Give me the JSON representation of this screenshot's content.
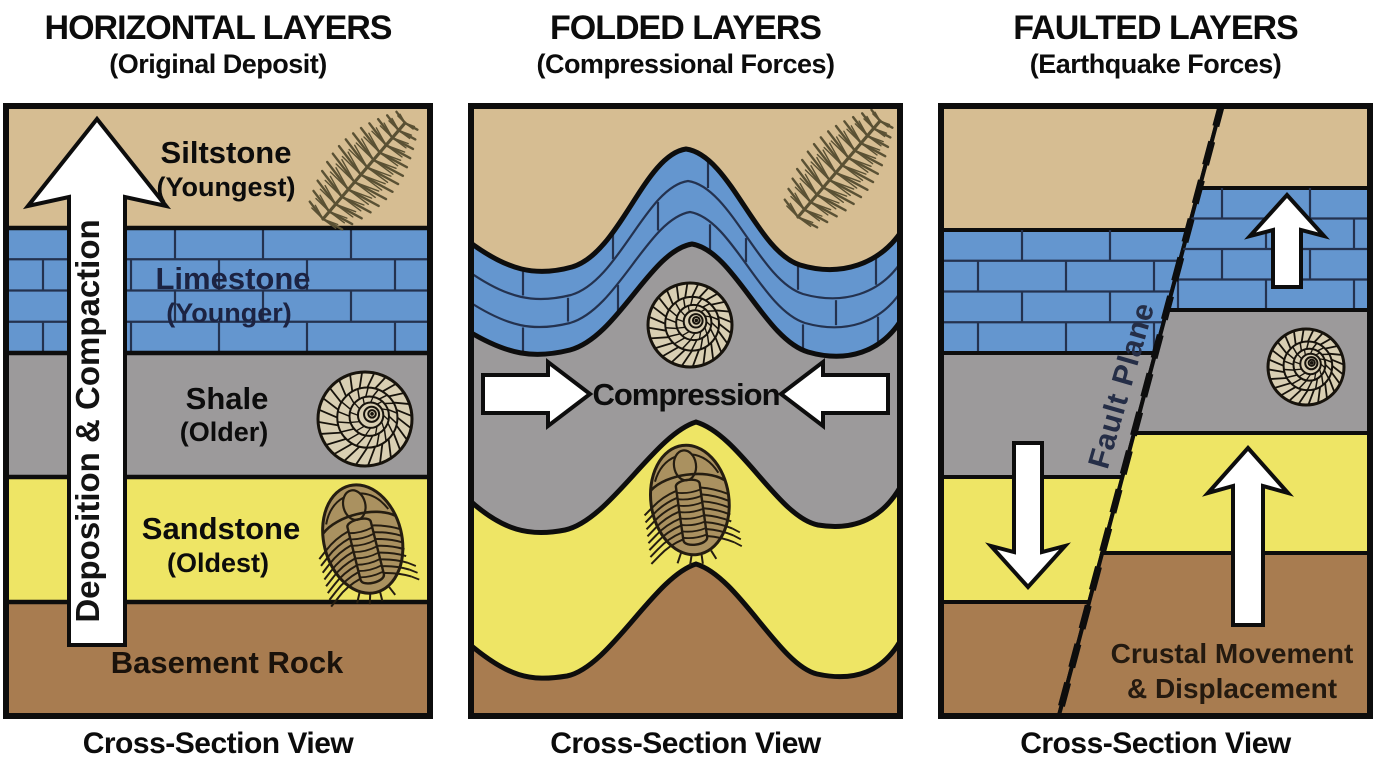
{
  "panel1": {
    "title": "HORIZONTAL LAYERS",
    "subtitle": "(Original Deposit)",
    "caption": "Cross-Section View",
    "arrow_label": "Deposition & Compaction",
    "layers": [
      {
        "name": "Siltstone",
        "age": "(Youngest)"
      },
      {
        "name": "Limestone",
        "age": "(Younger)"
      },
      {
        "name": "Shale",
        "age": "(Older)"
      },
      {
        "name": "Sandstone",
        "age": "(Oldest)"
      },
      {
        "name": "Basement Rock",
        "age": ""
      }
    ]
  },
  "panel2": {
    "title": "FOLDED LAYERS",
    "subtitle": "(Compressional Forces)",
    "caption": "Cross-Section View",
    "center_label": "Compression"
  },
  "panel3": {
    "title": "FAULTED LAYERS",
    "subtitle": "(Earthquake Forces)",
    "caption": "Cross-Section View",
    "fault_label": "Fault Plane",
    "movement_line1": "Crustal Movement",
    "movement_line2": "& Displacement"
  },
  "fossil_icons": [
    "fern-fossil",
    "ammonite-fossil",
    "trilobite-fossil"
  ],
  "colors": {
    "siltstone_tan": "#d6bd92",
    "limestone_blue": "#6496cf",
    "shale_gray": "#9c9a9b",
    "sandstone_yellow": "#eee565",
    "basement_brown": "#a87c50",
    "brick_line": "#24324f",
    "outline": "#0d0d0d",
    "arrow_white": "#ffffff",
    "limestone_text": "#1c2342",
    "fault_text": "#252e47",
    "movement_text": "#241a10",
    "fossil_dark": "#17130c",
    "fossil_cream": "#d9cfb3",
    "fossil_body": "#aa9160",
    "fern_green": "#5a5134"
  }
}
